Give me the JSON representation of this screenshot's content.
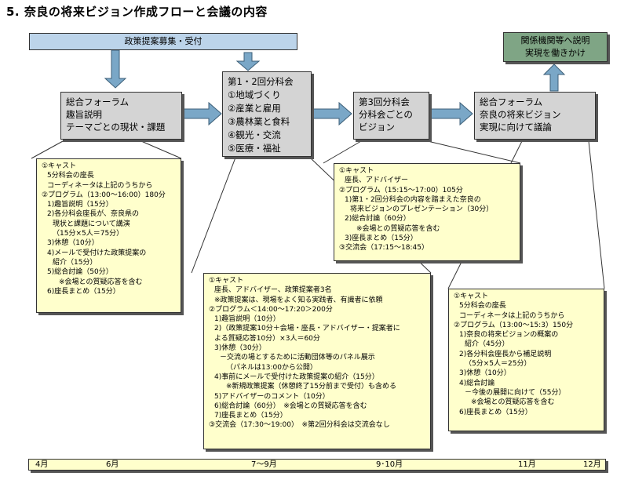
{
  "title": "5. 奈良の将来ビジョン作成フローと会議の内容",
  "policy_box": "政策提案募集・受付",
  "related_box": [
    "関係機関等へ説明",
    "実現を働きかけ"
  ],
  "stages": {
    "forum1": [
      "総合フォーラム",
      "趣旨説明",
      "テーマごとの現状・課題"
    ],
    "sub12": {
      "heading": "第1・2回分科会",
      "items": [
        "①地域づくり",
        "②産業と雇用",
        "③農林業と食料",
        "④観光・交流",
        "⑤医療・福祉"
      ]
    },
    "sub3": [
      "第3回分科会",
      "分科会ごとの",
      "ビジョン"
    ],
    "forum2": [
      "総合フォーラム",
      "奈良の将来ビジョン",
      "実現に向けて議論"
    ]
  },
  "notes": {
    "note1": [
      {
        "t": "①キャスト",
        "lv": 0
      },
      {
        "t": "5分科会の座長",
        "lv": 1
      },
      {
        "t": "コーディネータは上記のうちから",
        "lv": 1
      },
      {
        "t": "②プログラム（13:00～16:00）180分",
        "lv": 0
      },
      {
        "t": "1)趣旨説明（15分）",
        "lv": 1
      },
      {
        "t": "2)各分科会座長が、奈良県の",
        "lv": 1
      },
      {
        "t": "現状と課題について講演",
        "lv": 2
      },
      {
        "t": "（15分×5人＝75分）",
        "lv": 2
      },
      {
        "t": "3)休憩（10分）",
        "lv": 1
      },
      {
        "t": "4)メールで受付けた政策提案の",
        "lv": 1
      },
      {
        "t": "紹介（15分）",
        "lv": 2
      },
      {
        "t": "5)総合討論（50分）",
        "lv": 1
      },
      {
        "t": "※会場との質疑応答を含む",
        "lv": 3
      },
      {
        "t": "6)座長まとめ（15分）",
        "lv": 1
      }
    ],
    "note2": [
      {
        "t": "①キャスト",
        "lv": 0
      },
      {
        "t": "座長、アドバイザー、政策提案者3名",
        "lv": 1
      },
      {
        "t": "※政策提案は、現場をよく知る実践者、有識者に依頼",
        "lv": 1
      },
      {
        "t": "②プログラム＜14:00～17:20＞200分",
        "lv": 0
      },
      {
        "t": "1)趣旨説明（10分）",
        "lv": 1
      },
      {
        "t": "2)（政策提案10分＋会場・座長・アドバイザー・提案者に",
        "lv": 1
      },
      {
        "t": "よる質疑応答10分）×3人＝60分",
        "lv": 1
      },
      {
        "t": "3)休憩（30分）",
        "lv": 1
      },
      {
        "t": "－交流の場とするために活動団体等のパネル展示",
        "lv": 2
      },
      {
        "t": "（パネルは13:00から公開）",
        "lv": 3
      },
      {
        "t": "4)事前にメールで受付けた政策提案の紹介（15分）",
        "lv": 1
      },
      {
        "t": "※新規政策提案（休憩終了15分前まで受付）も含める",
        "lv": 3
      },
      {
        "t": "5)アドバイザーのコメント（10分）",
        "lv": 1
      },
      {
        "t": "6)総合討論（60分）　※会場との質疑応答を含む",
        "lv": 1
      },
      {
        "t": "7)座長まとめ（15分）",
        "lv": 1
      },
      {
        "t": "③交流会（17:30～19:00）　※第2回分科会は交流会なし",
        "lv": 0
      }
    ],
    "note3": [
      {
        "t": "①キャスト",
        "lv": 0
      },
      {
        "t": "座長、アドバイザー",
        "lv": 1
      },
      {
        "t": "②プログラム（15:15～17:00）105分",
        "lv": 0
      },
      {
        "t": "1)第1・2回分科会の内容を踏まえた奈良の",
        "lv": 1
      },
      {
        "t": "将来ビジョンのプレゼンテーション（30分）",
        "lv": 2
      },
      {
        "t": "2)総合討論（60分）",
        "lv": 1
      },
      {
        "t": "※会場との質疑応答を含む",
        "lv": 3
      },
      {
        "t": "3)座長まとめ（15分）",
        "lv": 1
      },
      {
        "t": "③交流会（17:15～18:45）",
        "lv": 0
      }
    ],
    "note4": [
      {
        "t": "①キャスト",
        "lv": 0
      },
      {
        "t": "5分科会の座長",
        "lv": 1
      },
      {
        "t": "コーディネータは上記のうちから",
        "lv": 1
      },
      {
        "t": "②プログラム（13:00～15:3）150分",
        "lv": 0
      },
      {
        "t": "1)奈良の将来ビジョンの概案の",
        "lv": 1
      },
      {
        "t": "紹介（45分）",
        "lv": 2
      },
      {
        "t": "2)各分科会座長から補足説明",
        "lv": 1
      },
      {
        "t": "（5分×5人＝25分）",
        "lv": 2
      },
      {
        "t": "3)休憩（10分）",
        "lv": 1
      },
      {
        "t": "4)総合討論",
        "lv": 1
      },
      {
        "t": "－今後の展開に向けて（55分）",
        "lv": 2
      },
      {
        "t": "※会場との質疑応答を含む",
        "lv": 3
      },
      {
        "t": "6)座長まとめ（15分）",
        "lv": 1
      }
    ]
  },
  "timeline": [
    "4月",
    "6月",
    "7～9月",
    "9･10月",
    "11月",
    "12月"
  ]
}
